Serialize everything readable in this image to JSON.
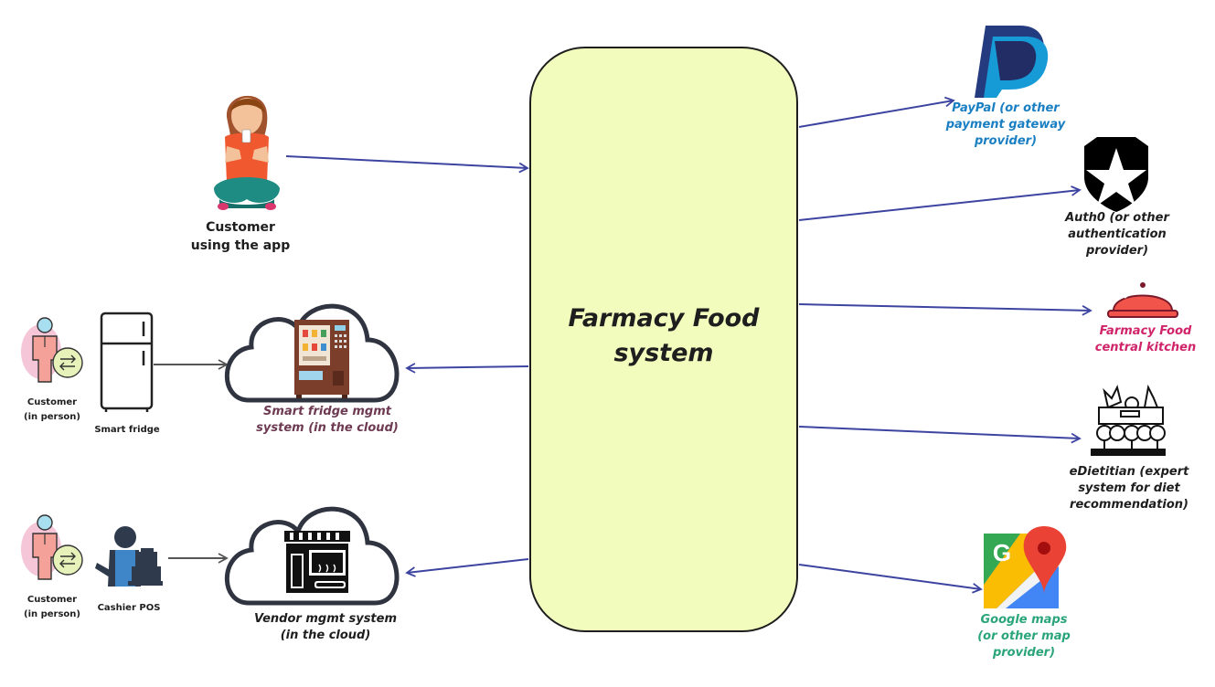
{
  "center": {
    "line1": "Farmacy Food",
    "line2": "system"
  },
  "left": {
    "customer_app": {
      "line1": "Customer",
      "line2": "using the app"
    },
    "customer_fridge": {
      "line1": "Customer",
      "line2": "(in person)"
    },
    "smart_fridge": "Smart fridge",
    "smart_fridge_system": {
      "line1": "Smart fridge mgmt",
      "line2": "system (in the cloud)"
    },
    "customer_pos": {
      "line1": "Customer",
      "line2": "(in person)"
    },
    "cashier_pos": "Cashier POS",
    "vendor_system": {
      "line1": "Vendor mgmt system",
      "line2": "(in the cloud)"
    }
  },
  "right": {
    "paypal": {
      "line1": "PayPal (or other",
      "line2": "payment gateway",
      "line3": "provider)"
    },
    "auth0": {
      "line1": "Auth0 (or other",
      "line2": "authentication",
      "line3": "provider)"
    },
    "kitchen": {
      "line1": "Farmacy Food",
      "line2": "central kitchen"
    },
    "edietitian": {
      "line1": "eDietitian (expert",
      "line2": "system for diet",
      "line3": "recommendation)"
    },
    "maps": {
      "line1": "Google maps",
      "line2": "(or other map",
      "line3": "provider)"
    }
  },
  "colors": {
    "center_fill": "#f1fcbd",
    "arrow": "#3d44a0",
    "paypal_text": "#1a7fc2",
    "kitchen_text": "#d0246a",
    "maps_text": "#2aa57a",
    "fridge_system_text": "#6d3a52"
  },
  "icons": {
    "customer_app": "woman-with-phone-icon",
    "customer": "customer-exchange-icon",
    "fridge": "fridge-icon",
    "vending_cloud": "cloud-vending-machine-icon",
    "cashier": "cashier-icon",
    "store_cloud": "cloud-storefront-icon",
    "paypal": "paypal-logo",
    "auth0": "auth0-logo",
    "kitchen": "cloche-icon",
    "edietitian": "vegetable-basket-icon",
    "maps": "google-maps-logo"
  }
}
